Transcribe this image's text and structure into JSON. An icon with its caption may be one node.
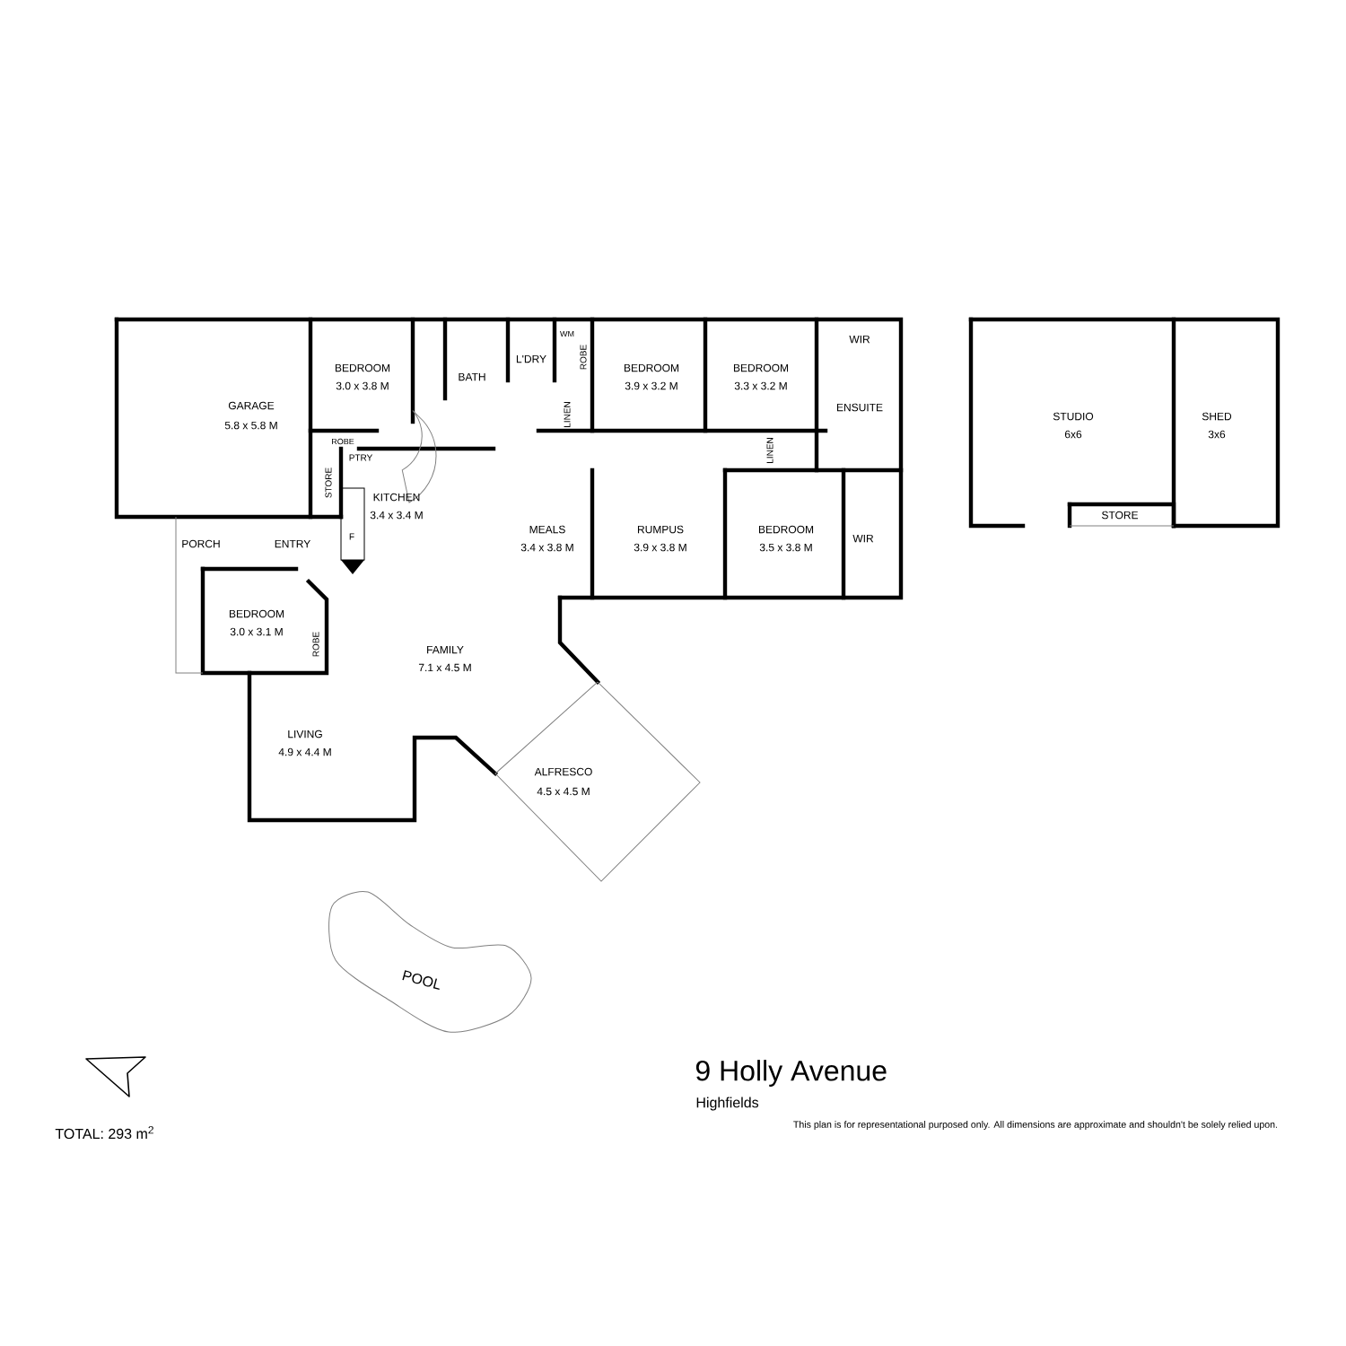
{
  "diagram": {
    "title": "9 Holly Avenue",
    "labels": [
      "GARAGE",
      "5.8 x 5.8 M",
      "BEDROOM",
      "3.0 x 3.8 M",
      "BATH",
      "WM",
      "L'DRY",
      "ROBE",
      "BEDROOM",
      "3.9 x 3.2 M",
      "BEDROOM",
      "3.3 x 3.2 M",
      "WIR",
      "LINEN",
      "ENSUITE",
      "STUDIO",
      "6x6",
      "SHED",
      "3x6",
      "ROBE",
      "PTRY",
      "LINEN",
      "STORE",
      "KITCHEN",
      "3.4 x 3.4 M",
      "MEALS",
      "3.4 x 3.8 M",
      "RUMPUS",
      "3.9 x 3.8 M",
      "BEDROOM",
      "3.5 x 3.8 M",
      "WIR",
      "STORE",
      "F",
      "PORCH",
      "ENTRY",
      "BEDROOM",
      "3.0 x 3.1 M",
      "ROBE",
      "FAMILY",
      "7.1 x 4.5 M",
      "LIVING",
      "4.9 x 4.4 M",
      "ALFRESCO",
      "4.5 x 4.5 M",
      "POOL",
      "Highfields",
      "TOTAL: 293 m$^{2}$",
      "This plan is for representational purposed only. All dimensions are approximate and shouldn't be solely relied upon."
    ]
  }
}
